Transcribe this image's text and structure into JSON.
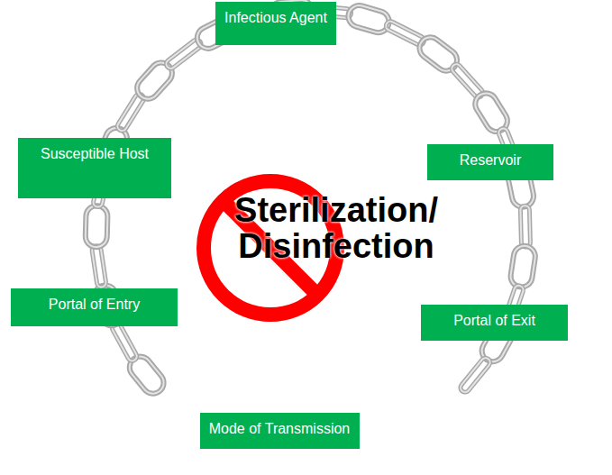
{
  "diagram": {
    "nodes": [
      {
        "text": [
          "Infectious Agent"
        ]
      },
      {
        "text": [
          "Reservoir"
        ]
      },
      {
        "text": [
          "Portal of Exit"
        ]
      },
      {
        "text": [
          "Mode of Transmission"
        ]
      },
      {
        "text": [
          "Portal of Entry"
        ]
      },
      {
        "text": [
          "Susceptible Host"
        ]
      }
    ],
    "labels": [
      "Sterilization/ Disinfection"
    ]
  }
}
